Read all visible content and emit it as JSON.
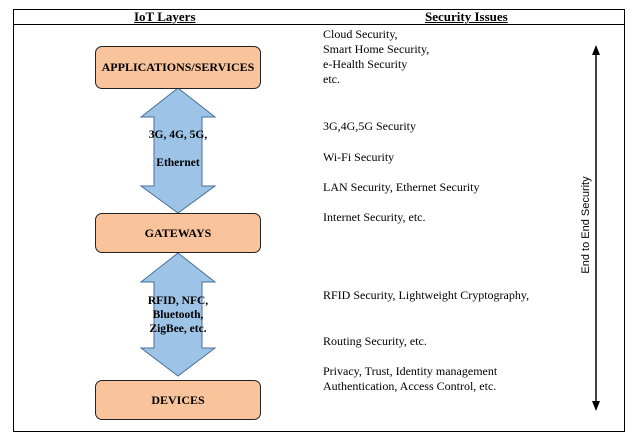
{
  "headers": {
    "left": "IoT Layers",
    "right": "Security Issues"
  },
  "layers": {
    "applications": "APPLICATIONS/SERVICES",
    "gateways": "GATEWAYS",
    "devices": "DEVICES"
  },
  "connections": {
    "upper": [
      "3G, 4G, 5G,",
      "",
      "Ethernet"
    ],
    "lower": [
      "RFID, NFC,",
      "Bluetooth,",
      "ZigBee, etc."
    ]
  },
  "issues": {
    "applications": [
      "Cloud Security,",
      "Smart Home Security,",
      "e-Health Security",
      "etc."
    ],
    "cellular": "3G,4G,5G Security",
    "wifi": "Wi-Fi Security",
    "lan": "LAN Security, Ethernet Security",
    "internet": "Internet Security, etc.",
    "rfid": "RFID Security, Lightweight Cryptography,",
    "routing": "Routing Security, etc.",
    "devices": [
      "Privacy, Trust, Identity management",
      "Authentication, Access Control, etc."
    ]
  },
  "end_to_end": "End to End Security",
  "colors": {
    "layer_box": "#f9c39c",
    "arrow_fill": "#9dc3e6",
    "arrow_stroke": "#4a6f96"
  }
}
